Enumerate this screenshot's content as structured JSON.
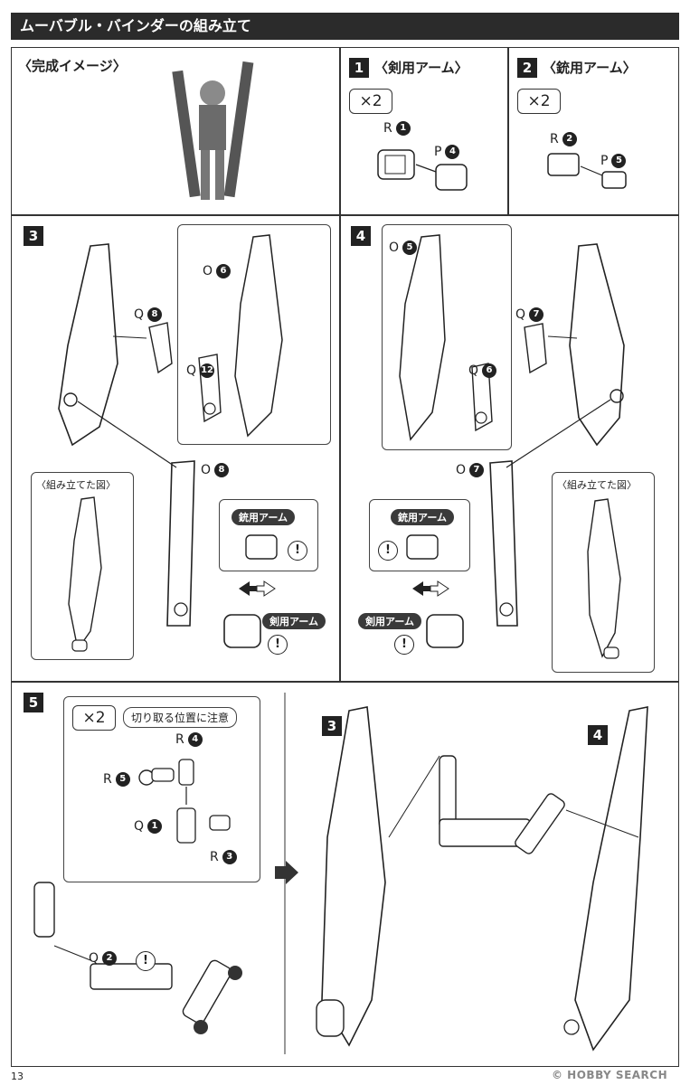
{
  "header": {
    "title": "ムーバブル・バインダーの組み立て"
  },
  "top": {
    "completion_label": "〈完成イメージ〉",
    "step1": {
      "number": "1",
      "label": "〈剣用アーム〉",
      "qty": "×2",
      "parts": [
        "R",
        "P"
      ],
      "nums": [
        "1",
        "4"
      ]
    },
    "step2": {
      "number": "2",
      "label": "〈銃用アーム〉",
      "qty": "×2",
      "parts": [
        "R",
        "P"
      ],
      "nums": [
        "2",
        "5"
      ]
    }
  },
  "step3": {
    "number": "3",
    "parts": [
      {
        "letter": "Q",
        "num": "8"
      },
      {
        "letter": "O",
        "num": "6"
      },
      {
        "letter": "Q",
        "num": "12"
      },
      {
        "letter": "O",
        "num": "8"
      }
    ],
    "assembled_label": "〈組み立てた図〉",
    "tag_gun": "銃用アーム",
    "tag_sword": "剣用アーム",
    "warn": "!"
  },
  "step4": {
    "number": "4",
    "parts": [
      {
        "letter": "O",
        "num": "5"
      },
      {
        "letter": "Q",
        "num": "7"
      },
      {
        "letter": "Q",
        "num": "6"
      },
      {
        "letter": "O",
        "num": "7"
      }
    ],
    "assembled_label": "〈組み立てた図〉",
    "tag_gun": "銃用アーム",
    "tag_sword": "剣用アーム",
    "warn": "!"
  },
  "step5": {
    "number": "5",
    "qty": "×2",
    "note": "切り取る位置に注意",
    "parts": [
      {
        "letter": "R",
        "num": "4"
      },
      {
        "letter": "R",
        "num": "5"
      },
      {
        "letter": "Q",
        "num": "1"
      },
      {
        "letter": "R",
        "num": "3"
      },
      {
        "letter": "Q",
        "num": "2"
      }
    ],
    "warn": "!",
    "final_labels": [
      "3",
      "4"
    ]
  },
  "footer": {
    "page": "13",
    "watermark": "© HOBBY SEARCH"
  }
}
